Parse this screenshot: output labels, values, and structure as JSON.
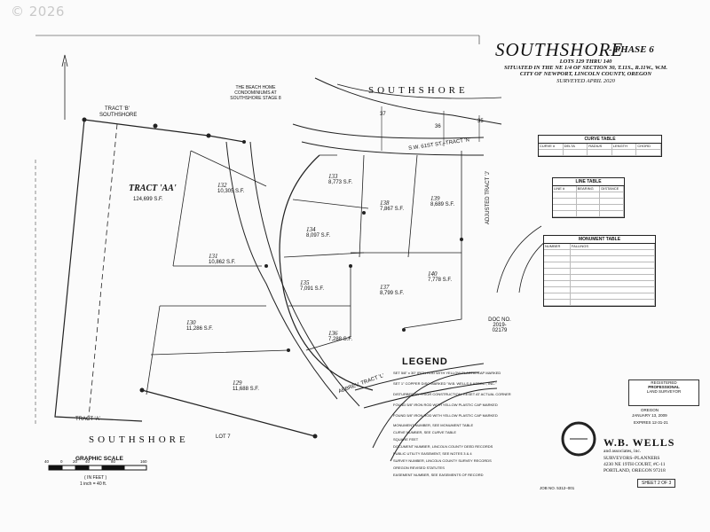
{
  "watermark": "© 2026",
  "title": {
    "name": "SOUTHSHORE",
    "phase": "- PHASE 6",
    "lots": "LOTS 129 THRU 140",
    "situated": "SITUATED IN THE NE 1/4 OF SECTION 30, T.11S., R.11W., W.M.",
    "city": "CITY OF NEWPORT, LINCOLN COUNTY, OREGON",
    "surveyed": "SURVEYED APRIL 2020"
  },
  "roads": {
    "top": "SOUTHSHORE",
    "bottom": "SOUTHSHORE",
    "sw61st": "S.W. 61ST ST.–TRACT 'N'",
    "tract_l": "ABBREV. TRACT 'L'",
    "abbrev_j": "ADJUSTED TRACT 'J'"
  },
  "tracts": {
    "aa": "TRACT 'AA'",
    "aa_area": "124,699 S.F.",
    "b": "TRACT 'B'",
    "b_sub": "SOUTHSHORE",
    "a": "TRACT 'A'",
    "lot7": "LOT 7",
    "condo": "THE BEACH HOME CONDOMINIUMS AT SOUTHSHORE STAGE 8"
  },
  "lots": [
    {
      "num": "129",
      "area": "11,688 S.F."
    },
    {
      "num": "130",
      "area": "11,286 S.F."
    },
    {
      "num": "131",
      "area": "10,862 S.F."
    },
    {
      "num": "132",
      "area": "10,305 S.F."
    },
    {
      "num": "133",
      "area": "8,773 S.F."
    },
    {
      "num": "134",
      "area": "8,097 S.F."
    },
    {
      "num": "135",
      "area": "7,091 S.F."
    },
    {
      "num": "136",
      "area": "7,288 S.F."
    },
    {
      "num": "137",
      "area": "8,799 S.F."
    },
    {
      "num": "138",
      "area": "7,867 S.F."
    },
    {
      "num": "139",
      "area": "8,689 S.F."
    },
    {
      "num": "140",
      "area": "7,778 S.F."
    }
  ],
  "existing_lots": [
    "37",
    "36",
    "35"
  ],
  "doc": "DOC NO. 2019-02179",
  "tables": {
    "curve": {
      "title": "CURVE TABLE",
      "headers": [
        "CURVE #",
        "DELTA",
        "RADIUS",
        "LENGTH",
        "CHORD"
      ]
    },
    "line": {
      "title": "LINE TABLE",
      "headers": [
        "LINE #",
        "BEARING",
        "DISTANCE"
      ]
    },
    "monument": {
      "title": "MONUMENT TABLE",
      "headers": [
        "NUMBER",
        "FALLINGS"
      ]
    }
  },
  "legend": {
    "title": "LEGEND",
    "items": [
      "SET 5/8\" x 30\" IRON ROD WITH YELLOW PLASTIC CAP MARKED",
      "SET 1\" COPPER DISC MARKED \"W.B. WELLS & ASSOC., INC.\"",
      "DISTURBED BY PRIOR CONSTRUCTION, RESET AT ACTUAL CORNER",
      "FOUND 5/8\" IRON ROD WITH YELLOW PLASTIC CAP MARKED",
      "FOUND 5/8\" IRON ROD WITH YELLOW PLASTIC CAP MARKED",
      "MONUMENT NUMBER, SEE MONUMENT TABLE",
      "CURVE NUMBER, SEE CURVE TABLE",
      "SQUARE FEET",
      "DOCUMENT NUMBER, LINCOLN COUNTY DEED RECORDS",
      "PUBLIC UTILITY EASEMENT, SEE NOTES 3 & 4",
      "SURVEY NUMBER, LINCOLN COUNTY SURVEY RECORDS",
      "OREGON REVISED STATUTES",
      "EASEMENT NUMBER, SEE EASEMENTS OF RECORD"
    ]
  },
  "stamp": {
    "line1": "REGISTERED",
    "line2": "PROFESSIONAL",
    "line3": "LAND SURVEYOR",
    "line4": "OREGON",
    "line5": "JANUARY 13, 2009",
    "line6": "EXPIRES 12-31-21"
  },
  "firm": {
    "name": "W.B. WELLS",
    "line2": "and associates, inc.",
    "line3": "SURVEYORS–PLANNERS",
    "line4": "4230 NE 19TH COURT, #C-11",
    "line5": "PORTLAND, OREGON 97218"
  },
  "job": "JOB NO. 5312–001",
  "sheet": "SHEET 2 OF 3",
  "scale": {
    "title": "GRAPHIC SCALE",
    "unit": "( IN FEET )",
    "ratio": "1 inch = 40 ft.",
    "ticks": [
      "40",
      "0",
      "20",
      "40",
      "80",
      "160"
    ]
  }
}
